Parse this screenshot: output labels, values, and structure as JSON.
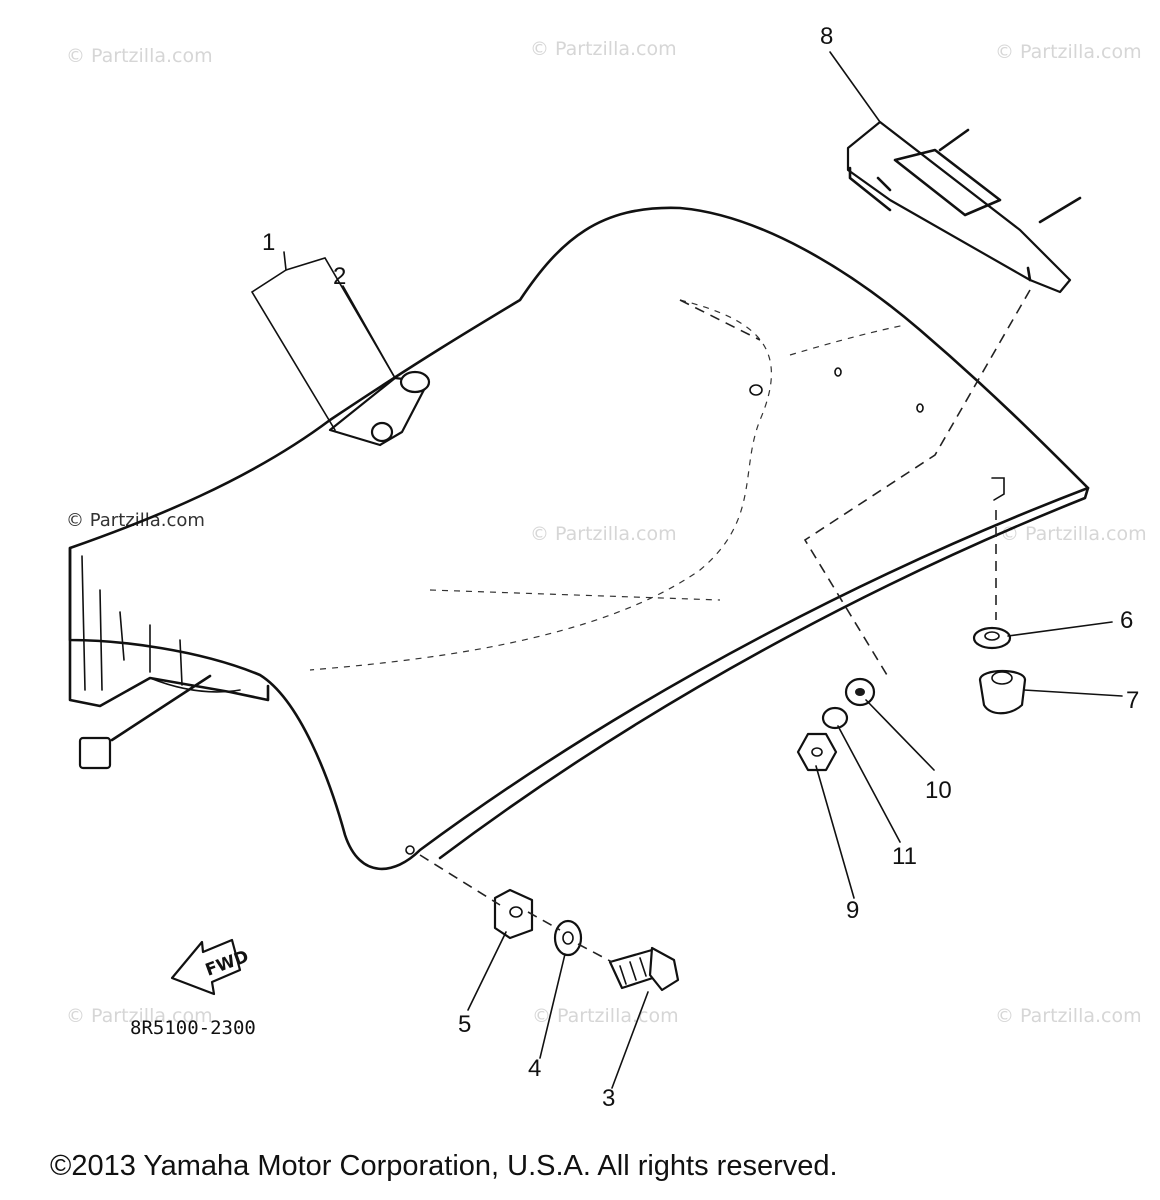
{
  "watermark": "© Partzilla.com",
  "callouts": {
    "p1": "1",
    "p2": "2",
    "p3": "3",
    "p4": "4",
    "p5": "5",
    "p6": "6",
    "p7": "7",
    "p8": "8",
    "p9": "9",
    "p10": "10",
    "p11": "11"
  },
  "fwd_label": "FWD",
  "diagram_code": "8R5100-2300",
  "copyright": "©2013 Yamaha Motor Corporation, U.S.A. All rights reserved."
}
